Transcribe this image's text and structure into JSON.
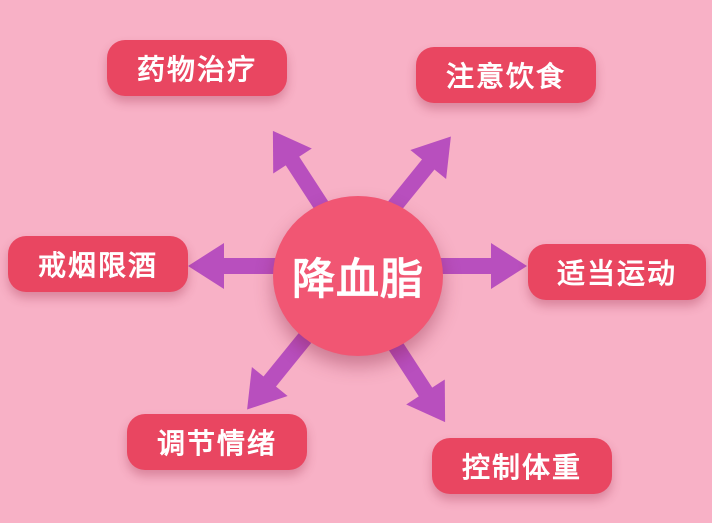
{
  "center": {
    "label": "降血脂"
  },
  "items": [
    {
      "label": "药物治疗"
    },
    {
      "label": "注意饮食"
    },
    {
      "label": "戒烟限酒"
    },
    {
      "label": "适当运动"
    },
    {
      "label": "调节情绪"
    },
    {
      "label": "控制体重"
    }
  ],
  "colors": {
    "background": "#f8b1c6",
    "center": "#f15673",
    "pill": "#e94661",
    "arrow": "#b84fbe",
    "text": "#ffffff"
  }
}
